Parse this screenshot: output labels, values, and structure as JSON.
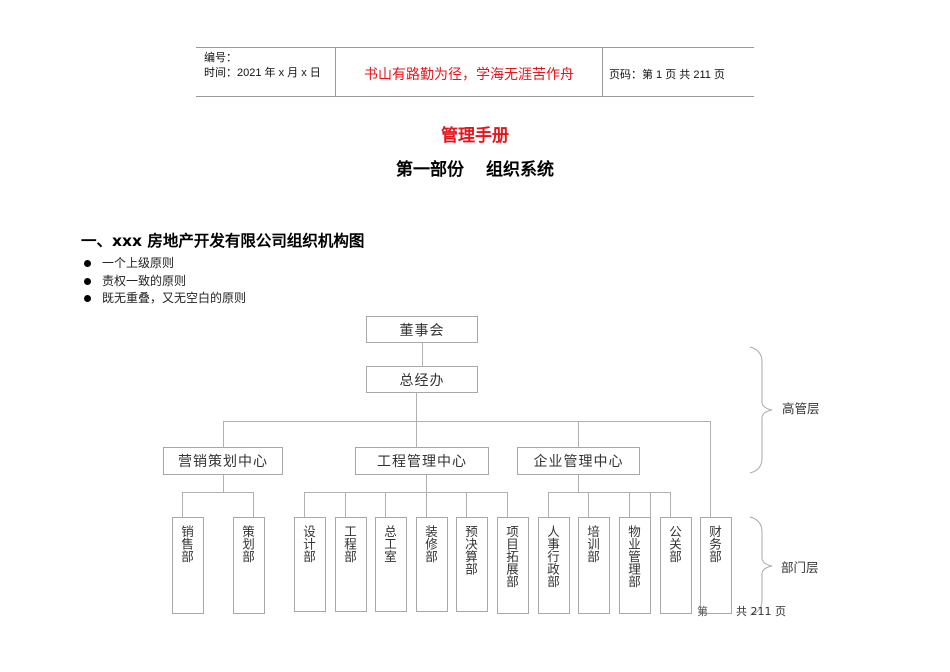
{
  "header": {
    "number_label": "编号：",
    "date_label": "时间：2021 年 x 月 x 日",
    "motto": "书山有路勤为径，学海无涯苦作舟",
    "page_label": "页码：第 1 页  共 211 页"
  },
  "document": {
    "title": "管理手册",
    "part": "第一部份",
    "part_name": "组织系统",
    "section_heading": "一、xxx 房地产开发有限公司组织机构图",
    "principles": [
      "一个上级原则",
      "责权一致的原则",
      "既无重叠，又无空白的原则"
    ]
  },
  "org_chart": {
    "board": "董事会",
    "gm": "总经办",
    "centers": [
      {
        "name": "营销策划中心",
        "departments": [
          "销售部",
          "策划部"
        ]
      },
      {
        "name": "工程管理中心",
        "departments": [
          "设计部",
          "工程部",
          "总工室",
          "装修部",
          "预决算部",
          "项目拓展部"
        ]
      },
      {
        "name": "企业管理中心",
        "departments": [
          "人事行政部",
          "培训部",
          "物业管理部",
          "公关部"
        ]
      }
    ],
    "direct_departments": [
      "财务部"
    ],
    "layers": {
      "senior": "高管层",
      "department": "部门层"
    },
    "line_color": "#b0b0b0"
  },
  "footer": {
    "partial": "第",
    "page_total": "共 211 页"
  },
  "colors": {
    "accent_red": "#e8141c",
    "rule_gray": "#9a9a9a"
  }
}
